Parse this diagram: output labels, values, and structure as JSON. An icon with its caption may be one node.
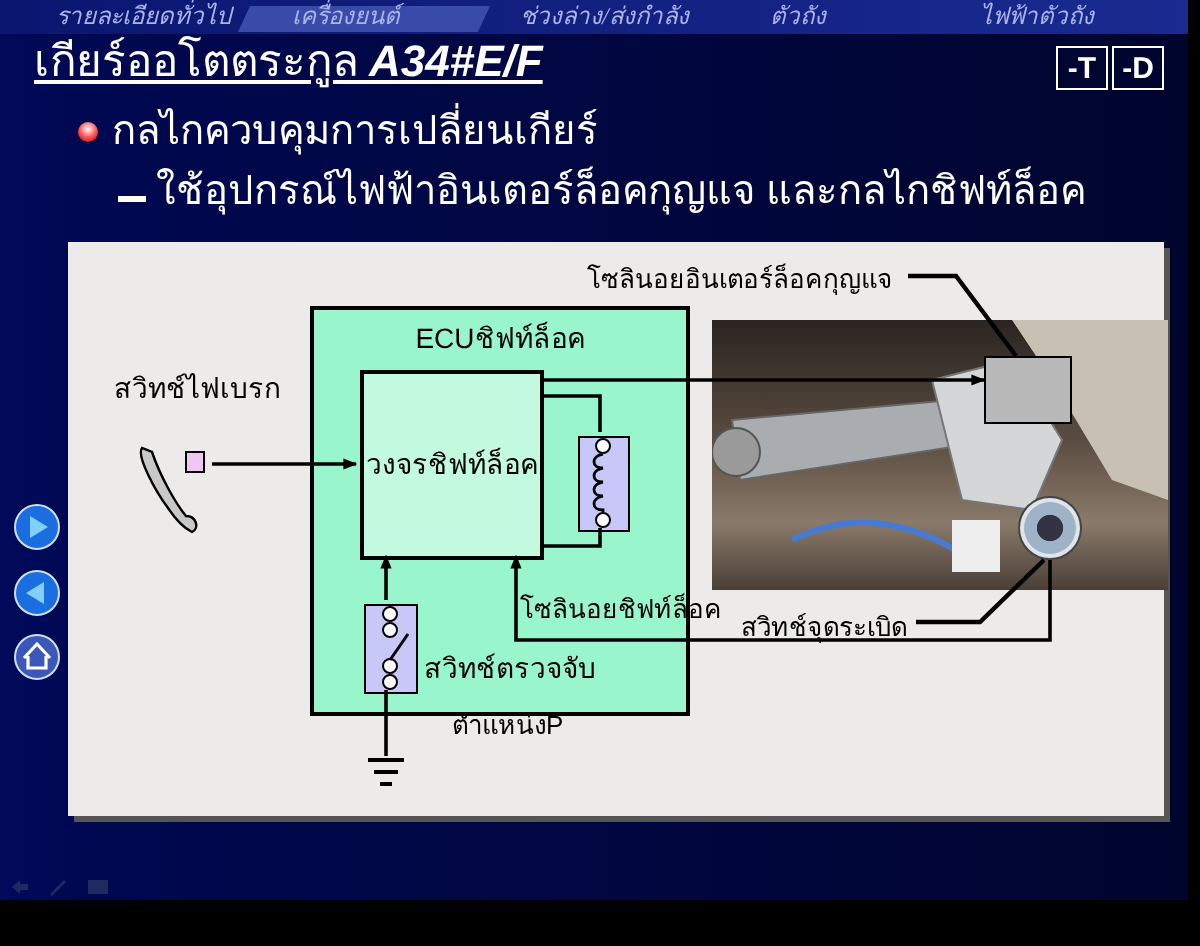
{
  "diagram": {
    "title": "เกียร์ออโตตระกูล **A34#E/F**",
    "nodes": [
      {
        "text": [
          "ECUชิฟท์ล็อค"
        ]
      },
      {
        "text": [
          "วงจรชิฟท์ล็อค"
        ],
        "in": 0
      },
      {
        "text": [],
        "shape": "box",
        "in": 0
      },
      {
        "text": [],
        "shape": "box",
        "in": 0,
        "beside": [
          "สวิทช์ตรวจจับ",
          "ตำแหน่งP"
        ]
      },
      {
        "text": [],
        "shape": "picture",
        "beside": [
          "สวิทช์ไฟเบรก"
        ]
      },
      {
        "text": [],
        "shape": "picture"
      },
      {
        "text": [],
        "shape": "picture"
      },
      {
        "text": [
          "โซลินอยอินเตอร์ล็อคกุญแจ"
        ]
      },
      {
        "text": [
          "สวิทช์จุดระเบิด"
        ]
      },
      {
        "text": [],
        "shape": "box",
        "in": 6
      },
      {
        "text": [],
        "shape": "circle",
        "in": 6
      }
    ],
    "edges": [
      {
        "from": 4,
        "to": 1,
        "arrow": "to"
      },
      {
        "from": 1,
        "to": 9,
        "arrow": "to"
      },
      {
        "from": 1,
        "to": 2,
        "arrow": "none"
      },
      {
        "from": 1,
        "to": 2,
        "arrow": "none"
      },
      {
        "from": 3,
        "to": 1,
        "arrow": "to"
      },
      {
        "from": 3,
        "to": 5,
        "arrow": "none"
      },
      {
        "from": 10,
        "to": 1,
        "arrow": "to"
      },
      {
        "from": 7,
        "to": 9,
        "arrow": "none"
      },
      {
        "from": 8,
        "to": 10,
        "arrow": "none"
      }
    ],
    "labels": [
      "รายละเอียดทั่วไป",
      "เครื่องยนต์",
      "ช่วงล่าง/ส่งกำลัง",
      "ตัวถัง",
      "ไฟฟ้าตัวถัง",
      "-T",
      "-D",
      "กลไกควบคุมการเปลี่ยนเกียร์",
      "ใช้อุปกรณ์ไฟฟ้าอินเตอร์ล็อคกุญแจ และกลไกชิฟท์ล็อค",
      "โซลินอยชิฟท์ล็อค"
    ]
  }
}
